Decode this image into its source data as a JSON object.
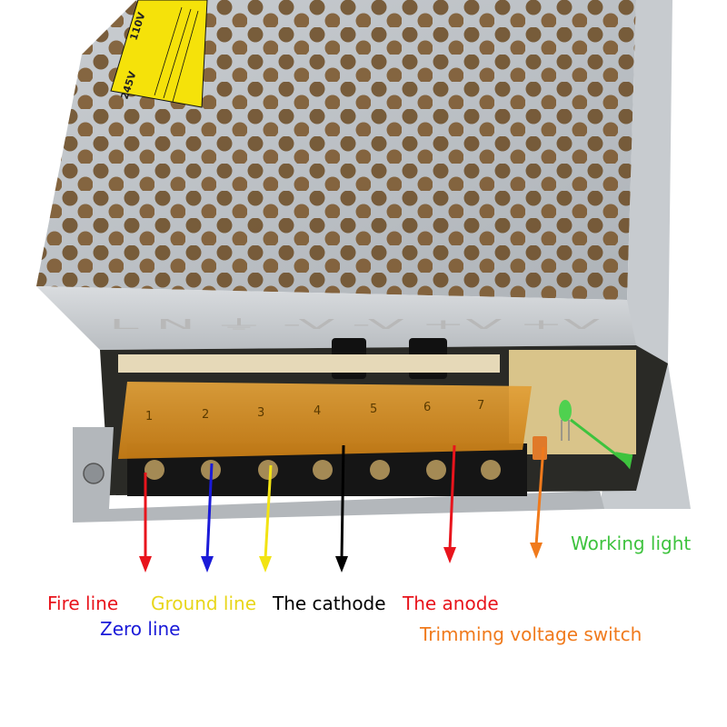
{
  "labels": {
    "fire_line": "Fire line",
    "zero_line": "Zero line",
    "ground_line": "Ground line",
    "cathode": "The cathode",
    "anode": "The anode",
    "trimming_switch": "Trimming voltage switch",
    "working_light": "Working light"
  },
  "terminal_numbers": [
    "1",
    "2",
    "3",
    "4",
    "5",
    "6",
    "7"
  ],
  "embossed_markings": "L N ⏚ -V -V +V +V",
  "sticker": {
    "voltage_110": "110V",
    "voltage_245": "245V"
  },
  "colors": {
    "fire_line": "#e8141c",
    "zero_line": "#1a1ad8",
    "ground_line": "#f2e313",
    "cathode": "#000000",
    "anode": "#e8141c",
    "trimming_switch": "#f07a1c",
    "working_light": "#3ec33e"
  }
}
